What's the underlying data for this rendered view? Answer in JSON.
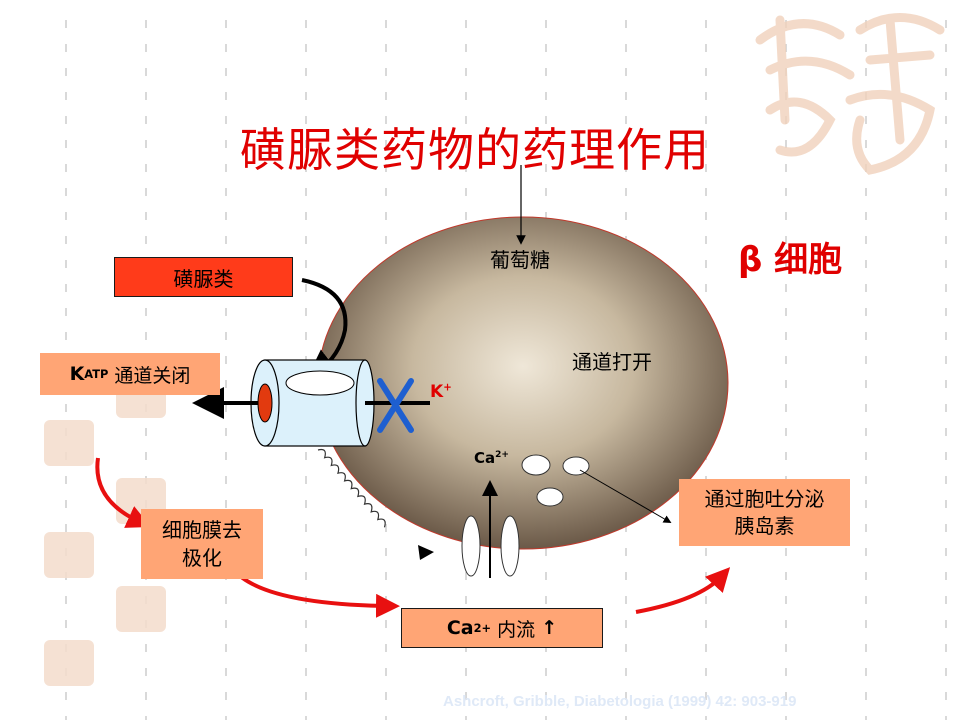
{
  "title": "磺脲类药物的药理作用",
  "cell_label": "β 细胞",
  "labels": {
    "glucose": "葡萄糖",
    "channel_open": "通道打开",
    "k_ion": "K",
    "k_ion_charge": "+",
    "ca_ion": "Ca",
    "ca_ion_charge": "2+"
  },
  "boxes": {
    "sulfonylurea": "磺脲类",
    "katp_k": "K",
    "katp_sub": "ATP",
    "katp_text": "通道关闭",
    "depolarization": "细胞膜去极化",
    "ca_influx_ca": "Ca",
    "ca_influx_sup": "2+",
    "ca_influx_text": "内流",
    "exocytosis": "通过胞吐分泌胰岛素"
  },
  "arrows": {
    "ca_up": "↑"
  },
  "citation": "Ashcroft, Gribble, Diabetologia (1999) 42: 903-919",
  "colors": {
    "title_red": "#e00000",
    "box_red": "#ff3b1a",
    "box_peach": "#ffa575",
    "cell_center": "#e8e0d0",
    "cell_edge": "#5c4a3a",
    "blue_x": "#1e5fd0"
  }
}
